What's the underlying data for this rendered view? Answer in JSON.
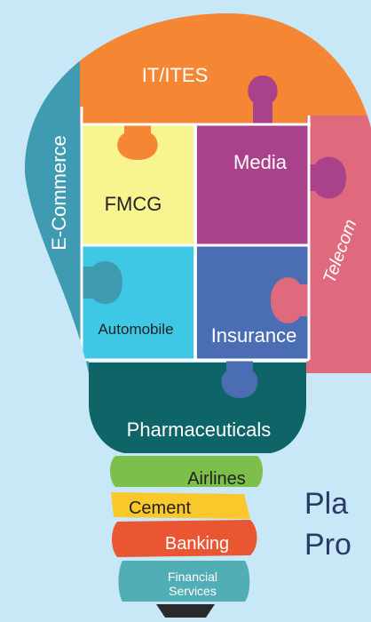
{
  "bulb": {
    "segments": {
      "it_ites": "IT/ITES",
      "ecommerce": "E-Commerce",
      "fmcg": "FMCG",
      "media": "Media",
      "telecom": "Telecom",
      "automobile": "Automobile",
      "insurance": "Insurance",
      "pharmaceuticals": "Pharmaceuticals"
    },
    "base": {
      "airlines": "Airlines",
      "cement": "Cement",
      "banking": "Banking",
      "financial_line1": "Financial",
      "financial_line2": "Services"
    }
  },
  "side_text": {
    "line1": "Pla",
    "line2": "Pro"
  },
  "colors": {
    "background": "#c9e8f7",
    "it_ites": "#f58634",
    "ecommerce": "#3e9bb1",
    "fmcg": "#f8f48f",
    "media": "#a9418b",
    "telecom": "#e06a7d",
    "automobile": "#3fc8e5",
    "insurance": "#4b6db4",
    "pharmaceuticals": "#0e6466",
    "airlines": "#7cbf4a",
    "cement": "#fbc82b",
    "banking": "#ea5532",
    "financial_services": "#52aeb5",
    "tip": "#2a2a2a"
  }
}
